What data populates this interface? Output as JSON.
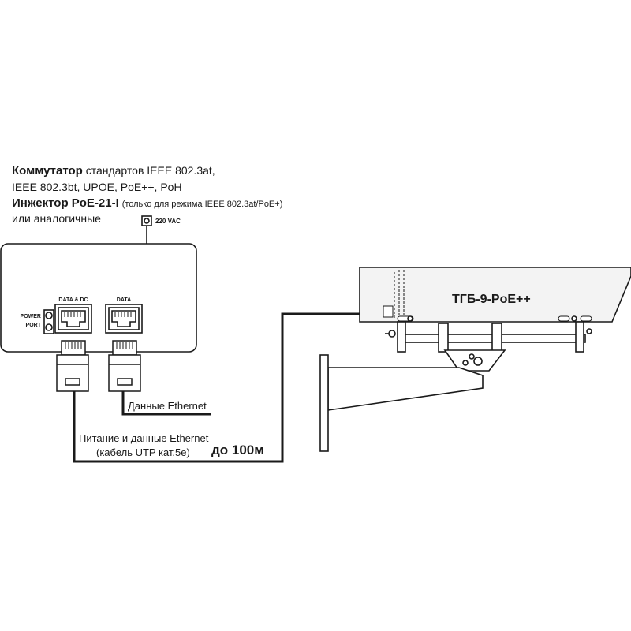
{
  "header": {
    "switch_title": "Коммутатор",
    "switch_standards_line1": "стандартов IEEE 802.3at,",
    "switch_standards_line2": "IEEE 802.3bt, UPOE, PoE++, PoH",
    "injector_title": "Инжектор PoE-21-I",
    "injector_note": "(только для режима IEEE 802.3at/PoE+)",
    "or_similar": "или аналогичные"
  },
  "device": {
    "power_label": "220 VAC",
    "power_port_label_line1": "POWER",
    "power_port_label_line2": "PORT",
    "port_data_dc_label": "DATA & DC",
    "port_data_label": "DATA"
  },
  "cables": {
    "ethernet_data_label": "Данные Ethernet",
    "poe_cable_line1": "Питание и данные Ethernet",
    "poe_cable_line2": "(кабель UTP кат.5е)",
    "distance_label": "до 100м"
  },
  "camera": {
    "housing_label": "ТГБ-9-PoE++"
  },
  "colors": {
    "line": "#1a1a1a",
    "housing_fill": "#f3f3f3",
    "background": "#ffffff"
  }
}
